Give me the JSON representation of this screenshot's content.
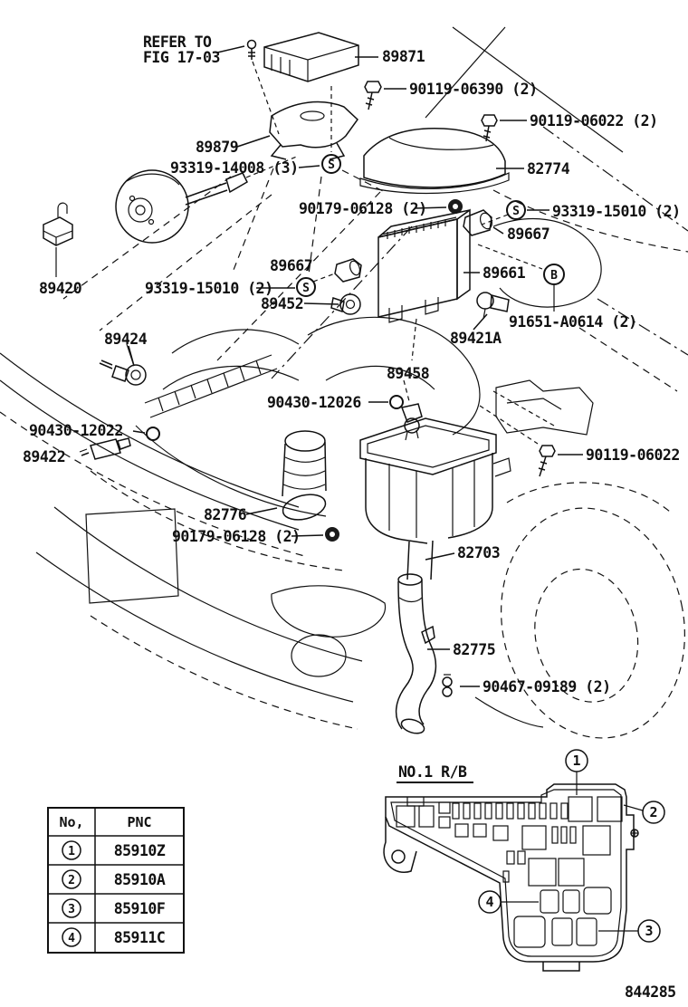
{
  "figure_code": "844285",
  "note": {
    "line1": "REFER TO",
    "line2": "FIG 17-03"
  },
  "parts": {
    "p89871": "89871",
    "p90119_06390": "90119-06390 (2)",
    "p90119_06022_top": "90119-06022 (2)",
    "p89879": "89879",
    "p93319_14008": "93319-14008 (3)",
    "p82774": "82774",
    "p90179_06128_top": "90179-06128 (2)",
    "p93319_15010_right": "93319-15010 (2)",
    "p89667_right": "89667",
    "p89667_left": "89667",
    "p89661": "89661",
    "p93319_15010_left": "93319-15010 (2)",
    "p89452": "89452",
    "p91651_A0614": "91651-A0614 (2)",
    "p89420": "89420",
    "p89424": "89424",
    "p89421A": "89421A",
    "p89458": "89458",
    "p90430_12026": "90430-12026",
    "p90430_12022": "90430-12022",
    "p89422": "89422",
    "p90119_06022_right": "90119-06022",
    "p82776": "82776",
    "p90179_06128_bottom": "90179-06128 (2)",
    "p82703": "82703",
    "p82775": "82775",
    "p90467_09189": "90467-09189 (2)"
  },
  "markers": {
    "screw": "S",
    "bolt_b": "B"
  },
  "relay_box": {
    "title": "NO.1 R/B",
    "callout_1": "1",
    "callout_2": "2",
    "callout_3": "3",
    "callout_4": "4"
  },
  "table": {
    "header_no": "No,",
    "header_pnc": "PNC",
    "rows": [
      {
        "no": "1",
        "pnc": "85910Z"
      },
      {
        "no": "2",
        "pnc": "85910A"
      },
      {
        "no": "3",
        "pnc": "85910F"
      },
      {
        "no": "4",
        "pnc": "85911C"
      }
    ]
  }
}
